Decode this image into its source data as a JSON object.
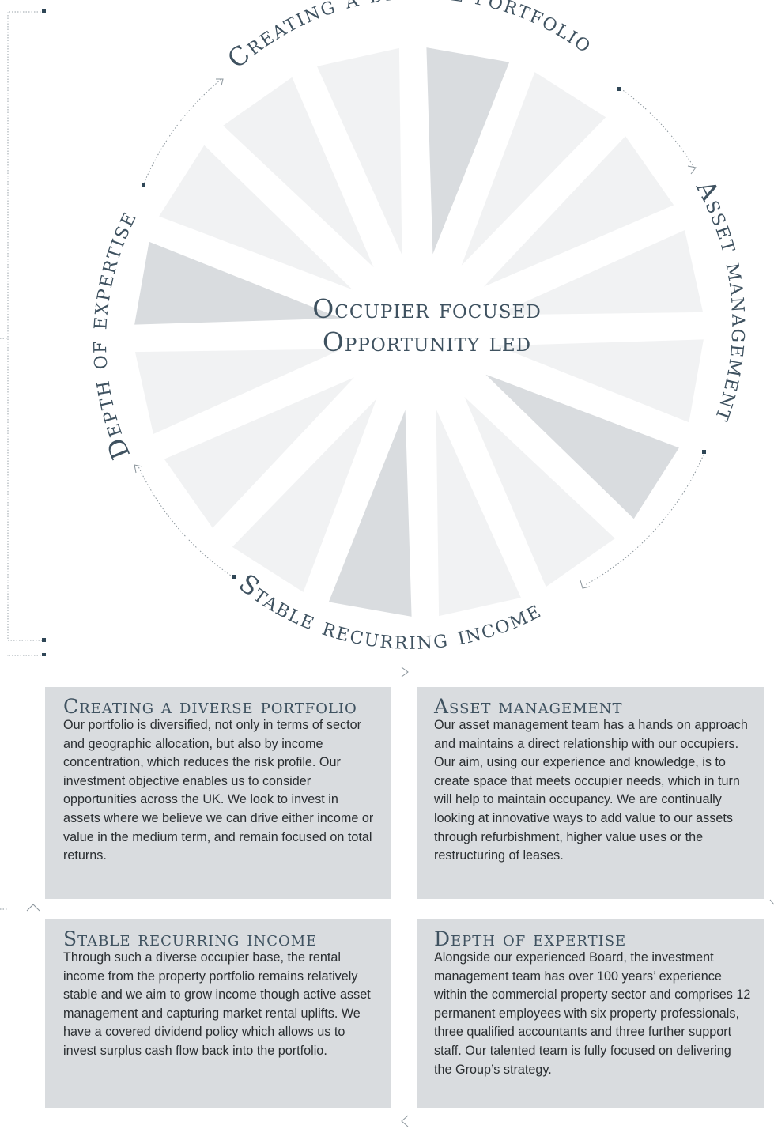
{
  "diagram": {
    "center_line1": "Occupier focused",
    "center_line2": "Opportunity led",
    "labels": {
      "top": "Creating a diverse portfolio",
      "right": "Asset management",
      "bottom": "Stable recurring income",
      "left": "Depth of expertise"
    }
  },
  "cards": [
    {
      "title": "Creating a diverse portfolio",
      "body": "Our portfolio is diversified, not only in terms of sector and geographic allocation, but also by income concentration, which reduces the risk profile. Our investment objective enables us to consider opportunities across the UK. We look to invest in assets where we believe we can drive either income or value in the medium term, and remain focused on total returns."
    },
    {
      "title": "Asset management",
      "body": "Our asset management team has a hands on approach and maintains a direct relationship with our occupiers. Our aim, using our experience and knowledge, is to create space that meets occupier needs, which in turn will help to maintain occupancy. We are continually looking at innovative ways to add value to our assets through refurbishment, higher value uses or the restructuring of leases."
    },
    {
      "title": "Stable recurring income",
      "body": "Through such a diverse occupier base, the rental income from the property portfolio remains relatively stable and we aim to grow income though active asset management and capturing market rental uplifts. We have a covered dividend policy which allows us to invest surplus cash flow back into the portfolio."
    },
    {
      "title": "Depth of expertise",
      "body": "Alongside our experienced Board, the investment management team has over 100 years’ experience within the commercial property sector and comprises 12 permanent employees with six property professionals, three qualified accountants and three further support staff. Our talented team is fully focused on delivering the Group’s strategy."
    }
  ],
  "colors": {
    "heading": "#3f5260",
    "card_bg": "#d9dcdf",
    "ray_light": "#f1f2f3",
    "ray_dark": "#d9dcdf",
    "connector": "#9aa3aa",
    "accent_square": "#2f4656"
  }
}
